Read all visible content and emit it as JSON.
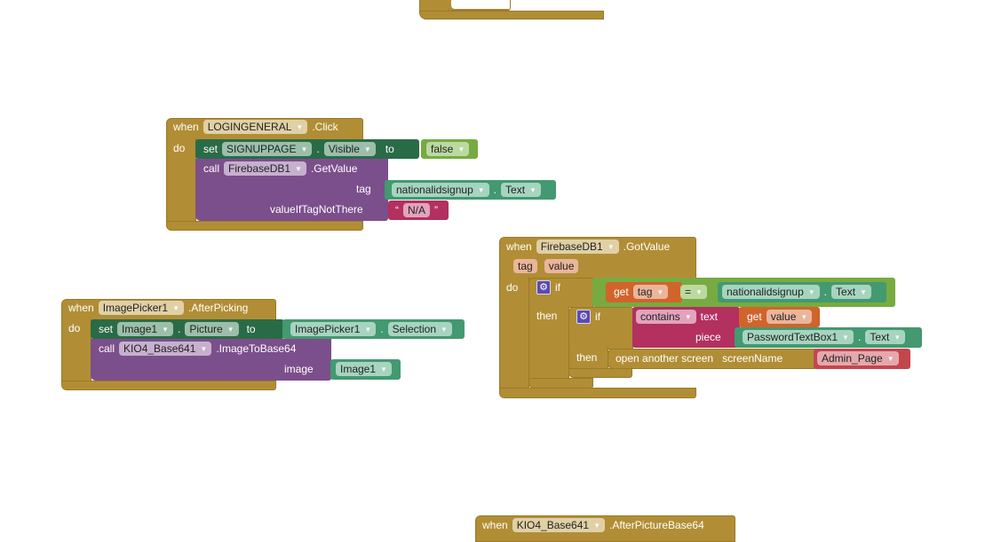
{
  "colors": {
    "event": "#b18e35",
    "setter": "#2a6b47",
    "call": "#7b4f8b",
    "component": "#439970",
    "logic": "#77ab41",
    "text": "#b3305f",
    "variable": "#d0642b",
    "screen": "#c4464d"
  },
  "icons": {
    "dropdown": "triangle-down",
    "mutator": "gear-icon"
  },
  "kw": {
    "when": "when",
    "do": "do",
    "set": "set",
    "to": "to",
    "call": "call",
    "dot": ".",
    "if": "if",
    "then": "then",
    "get": "get",
    "quote": "“",
    "quote_close": "”"
  },
  "block1": {
    "component": "LOGINGENERAL",
    "event": ".Click",
    "set_comp": "SIGNUPPAGE",
    "set_prop": "Visible",
    "value": "false",
    "call_comp": "FirebaseDB1",
    "method": ".GetValue",
    "arg1": "tag",
    "arg1_comp": "nationalidsignup",
    "arg1_prop": "Text",
    "arg2": "valueIfTagNotThere",
    "arg2_text": "N/A"
  },
  "block2": {
    "component": "ImagePicker1",
    "event": ".AfterPicking",
    "set_comp": "Image1",
    "set_prop": "Picture",
    "val_comp": "ImagePicker1",
    "val_prop": "Selection",
    "call_comp": "KIO4_Base641",
    "method": ".ImageToBase64",
    "arg1": "image",
    "arg1_comp": "Image1"
  },
  "block3": {
    "component": "FirebaseDB1",
    "event": ".GotValue",
    "param1": "tag",
    "param2": "value",
    "get1": "tag",
    "op": "=",
    "cmp_comp": "nationalidsignup",
    "cmp_prop": "Text",
    "contains": "contains",
    "text_label": "text",
    "get2": "value",
    "piece_label": "piece",
    "piece_comp": "PasswordTextBox1",
    "piece_prop": "Text",
    "open_screen": "open another screen",
    "screen_label": "screenName",
    "screen_value": "Admin_Page"
  },
  "block4": {
    "component": "KIO4_Base641",
    "event": ".AfterPictureBase64"
  }
}
